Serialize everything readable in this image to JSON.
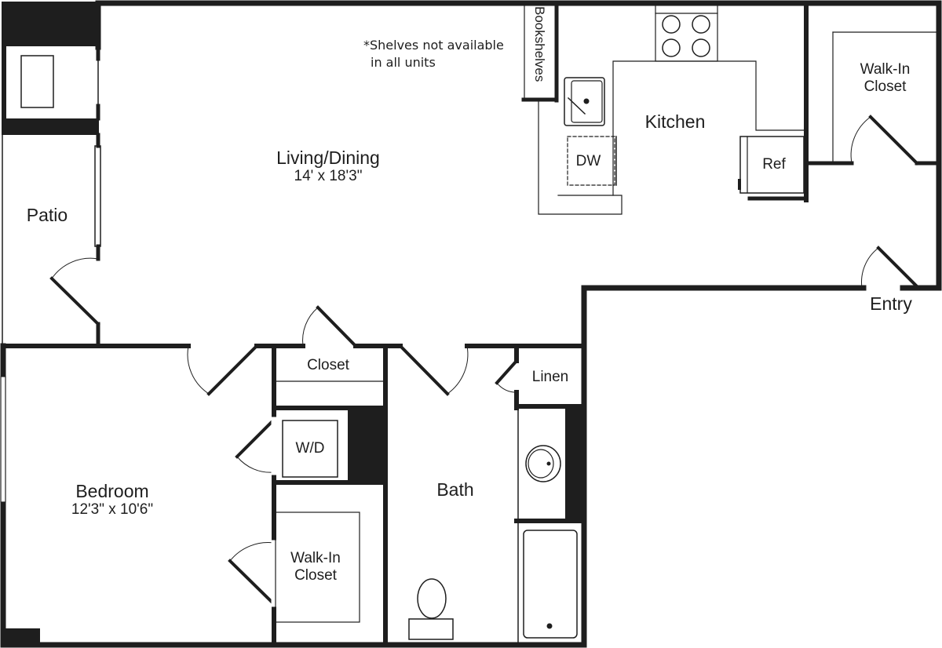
{
  "plan": {
    "rooms": {
      "living_dining": {
        "name": "Living/Dining",
        "dimensions": "14' x 18'3\""
      },
      "kitchen": {
        "name": "Kitchen"
      },
      "bedroom": {
        "name": "Bedroom",
        "dimensions": "12'3\" x 10'6\""
      },
      "bath": {
        "name": "Bath"
      },
      "patio": {
        "name": "Patio"
      },
      "entry": {
        "name": "Entry"
      },
      "walkin_closet_entry": {
        "line1": "Walk-In",
        "line2": "Closet"
      },
      "walkin_closet_bedroom": {
        "line1": "Walk-In",
        "line2": "Closet"
      },
      "closet": {
        "name": "Closet"
      },
      "linen": {
        "name": "Linen"
      }
    },
    "fixtures": {
      "dishwasher": "DW",
      "refrigerator": "Ref",
      "washer_dryer": "W/D",
      "bookshelves": "Bookshelves"
    },
    "note": {
      "line1": "*Shelves not available",
      "line2": "in all units"
    },
    "colors": {
      "wall": "#1e1e1e",
      "line": "#2a2a2a",
      "background": "#ffffff"
    }
  }
}
